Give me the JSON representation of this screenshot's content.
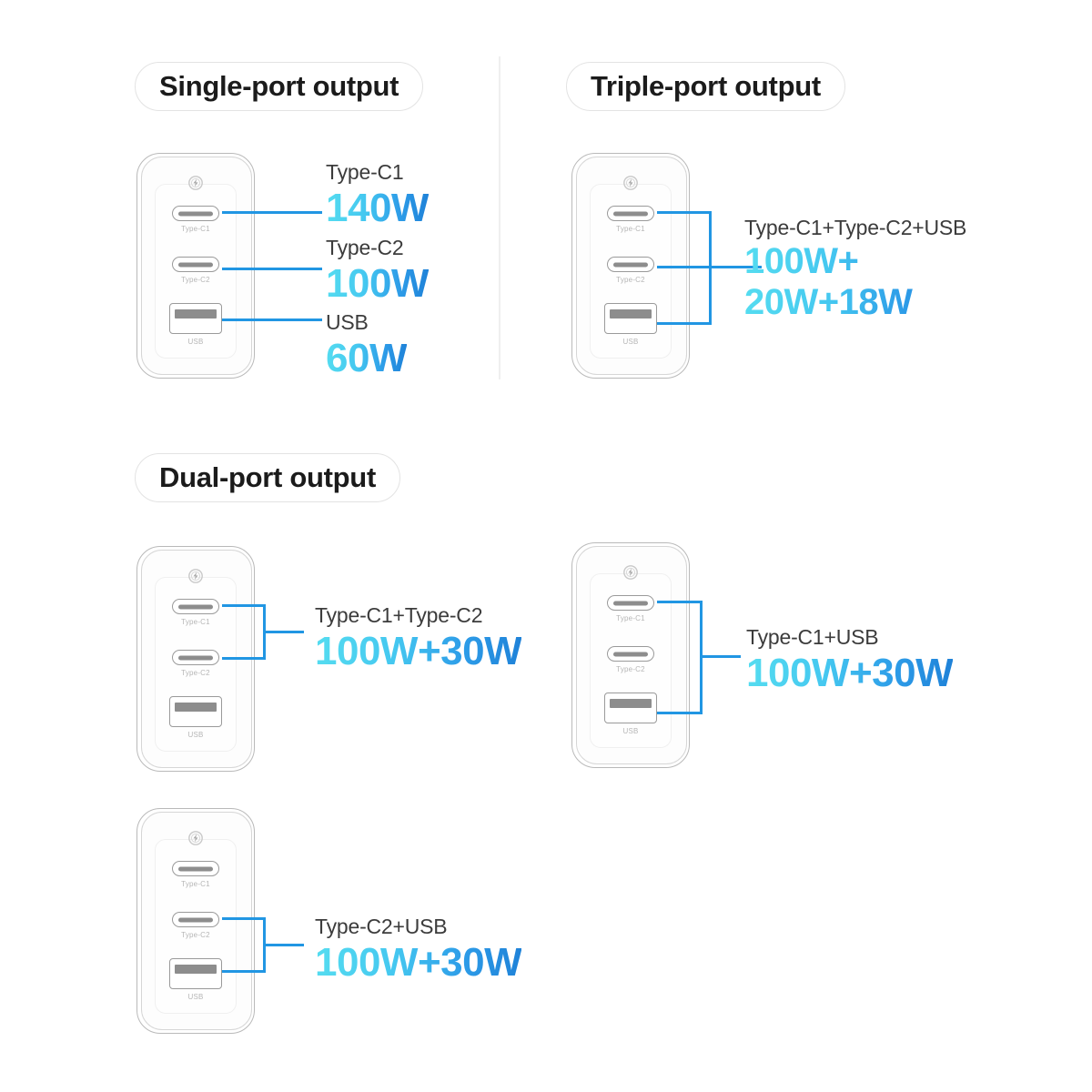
{
  "page": {
    "background": "#ffffff",
    "accent_light": "#55dcf0",
    "accent_dark": "#1f82d8",
    "connector_color": "#2196e3"
  },
  "device": {
    "icon": "lightning-bolt-badge-icon",
    "ports": [
      {
        "id": "type-c1",
        "label": "Type-C1",
        "kind": "usb-c-port-icon"
      },
      {
        "id": "type-c2",
        "label": "Type-C2",
        "kind": "usb-c-port-icon"
      },
      {
        "id": "usb",
        "label": "USB",
        "kind": "usb-a-port-icon"
      }
    ]
  },
  "sections": {
    "single": {
      "heading": "Single-port output",
      "specs": [
        {
          "title": "Type-C1",
          "value": "140W"
        },
        {
          "title": "Type-C2",
          "value": "100W"
        },
        {
          "title": "USB",
          "value": "60W"
        }
      ]
    },
    "triple": {
      "heading": "Triple-port output",
      "specs": [
        {
          "title": "Type-C1+Type-C2+USB",
          "value_line1": "100W+",
          "value_line2": "20W+18W"
        }
      ]
    },
    "dual": {
      "heading": "Dual-port output",
      "specs": [
        {
          "title": "Type-C1+Type-C2",
          "value": "100W+30W"
        },
        {
          "title": "Type-C1+USB",
          "value": "100W+30W"
        },
        {
          "title": "Type-C2+USB",
          "value": "100W+30W"
        }
      ]
    }
  }
}
